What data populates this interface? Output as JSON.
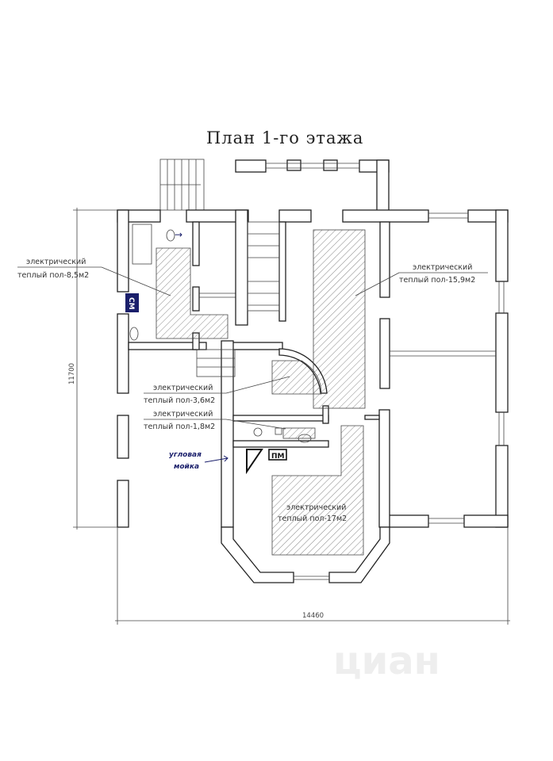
{
  "title": "План 1-го этажа",
  "floor_heating_labels": [
    {
      "line1": "электрический",
      "line2": "теплый пол-8,5м2"
    },
    {
      "line1": "электрический",
      "line2": "теплый пол-15,9м2"
    },
    {
      "line1": "электрический",
      "line2": "теплый пол-3,6м2"
    },
    {
      "line1": "электрический",
      "line2": "теплый пол-1,8м2"
    },
    {
      "line1": "электрический",
      "line2": "теплый пол-17м2"
    }
  ],
  "dimensions": {
    "height": "11700",
    "width": "14460"
  },
  "handwritten": {
    "corner_sink_line1": "угловая",
    "corner_sink_line2": "мойка",
    "dishwasher": "ПМ",
    "washer": "СМ"
  },
  "watermark": "циан",
  "colors": {
    "ink": "#222222",
    "handwriting": "#1a1f6b"
  }
}
